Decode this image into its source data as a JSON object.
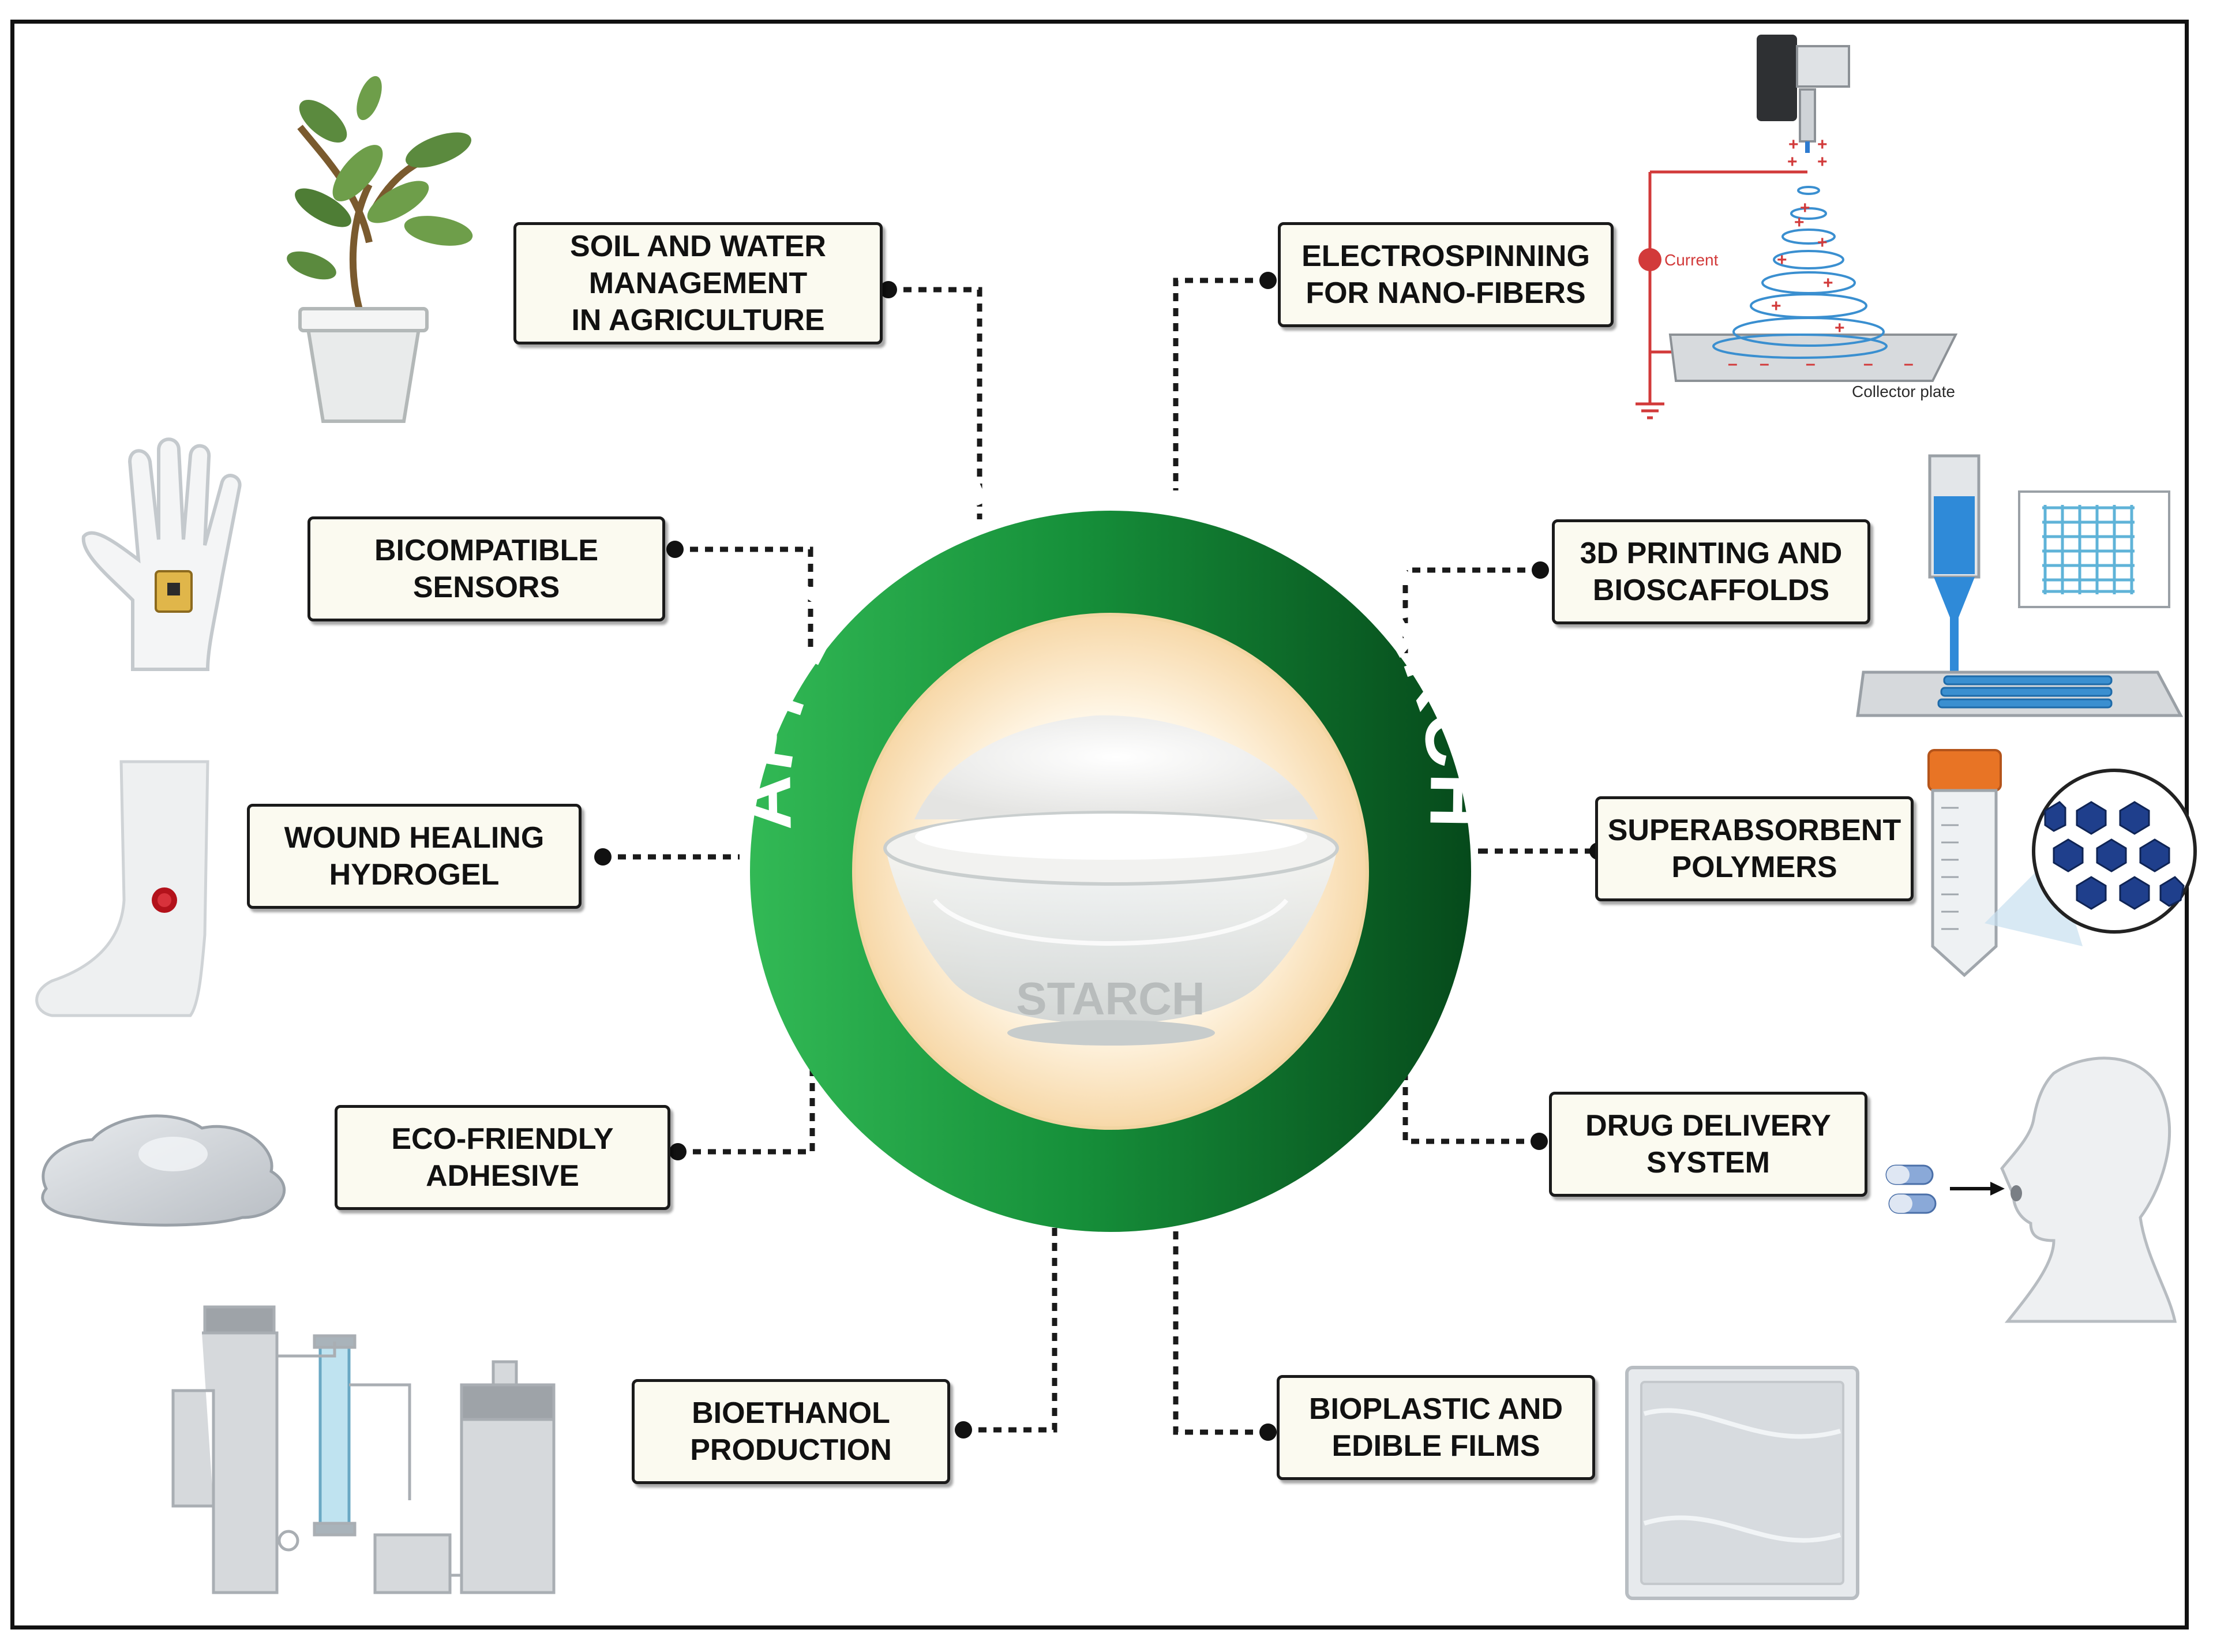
{
  "title": "APPLICATIONS OF STARCH",
  "center_label": "STARCH",
  "colors": {
    "ring_dark": "#0b5a22",
    "ring_mid": "#1a8f3a",
    "ring_light": "#3cc25a",
    "box_fill": "#fbfaf0",
    "connector": "#1a1a1a",
    "accent_blue": "#3a8fd0"
  },
  "applications": [
    {
      "id": "soil",
      "lines": [
        "SOIL AND WATER",
        "MANAGEMENT",
        "IN AGRICULTURE"
      ],
      "icon": "potted-plant-icon"
    },
    {
      "id": "sensors",
      "lines": [
        "BICOMPATIBLE",
        "SENSORS"
      ],
      "icon": "hand-sensor-icon"
    },
    {
      "id": "wound",
      "lines": [
        "WOUND HEALING",
        "HYDROGEL"
      ],
      "icon": "leg-wound-icon"
    },
    {
      "id": "adhesive",
      "lines": [
        "ECO-FRIENDLY",
        "ADHESIVE"
      ],
      "icon": "adhesive-blob-icon"
    },
    {
      "id": "bioethanol",
      "lines": [
        "BIOETHANOL",
        "PRODUCTION"
      ],
      "icon": "distillation-icon"
    },
    {
      "id": "electrospinning",
      "lines": [
        "ELECTROSPINNING",
        "FOR NANO-FIBERS"
      ],
      "icon": "electrospinning-icon"
    },
    {
      "id": "printing",
      "lines": [
        "3D PRINTING  AND",
        "BIOSCAFFOLDS"
      ],
      "icon": "3d-printer-icon"
    },
    {
      "id": "superabsorbent",
      "lines": [
        "SUPERABSORBENT",
        "POLYMERS"
      ],
      "icon": "centrifuge-tube-icon"
    },
    {
      "id": "drug",
      "lines": [
        "DRUG DELIVERY",
        "SYSTEM"
      ],
      "icon": "pill-ingestion-icon"
    },
    {
      "id": "bioplastic",
      "lines": [
        "BIOPLASTIC AND",
        "EDIBLE FILMS"
      ],
      "icon": "film-sheet-icon"
    }
  ],
  "electrospinning_labels": {
    "current": "Current",
    "collector": "Collector plate"
  }
}
